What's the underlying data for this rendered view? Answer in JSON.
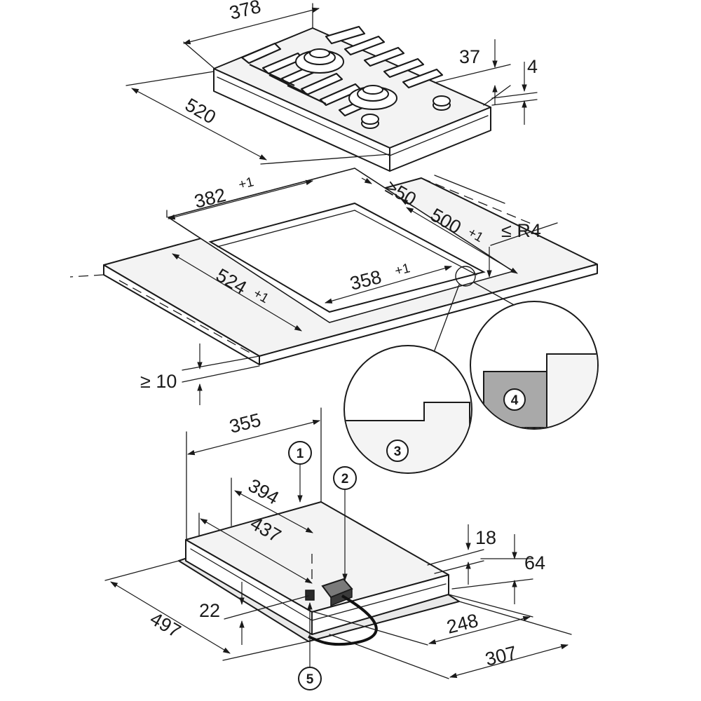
{
  "dimensions": {
    "hob_width": "378",
    "hob_depth": "520",
    "hob_height": "37",
    "hob_glass": "4",
    "cutout_width": "382",
    "cutout_width_tol": "+1",
    "rear_clearance": "≥50",
    "cutout_depth": "500",
    "cutout_depth_tol": "+1",
    "corner_radius": "≤ R4",
    "rebate_depth": "524",
    "rebate_depth_tol": "+1",
    "rebate_width": "358",
    "rebate_width_tol": "+1",
    "worktop_min": "≥ 10",
    "base_width": "355",
    "base_inner_1": "394",
    "base_inner_2": "437",
    "base_flange": "18",
    "base_height": "64",
    "base_offset": "22",
    "base_depth": "497",
    "base_front_1": "248",
    "base_front_2": "307"
  },
  "callouts": {
    "c1": "1",
    "c2": "2",
    "c3": "3",
    "c4": "4",
    "c5": "5"
  },
  "colors": {
    "line": "#1a1a1a",
    "detail_fill": "#a9a9a9",
    "surface": "#f3f3f3"
  }
}
